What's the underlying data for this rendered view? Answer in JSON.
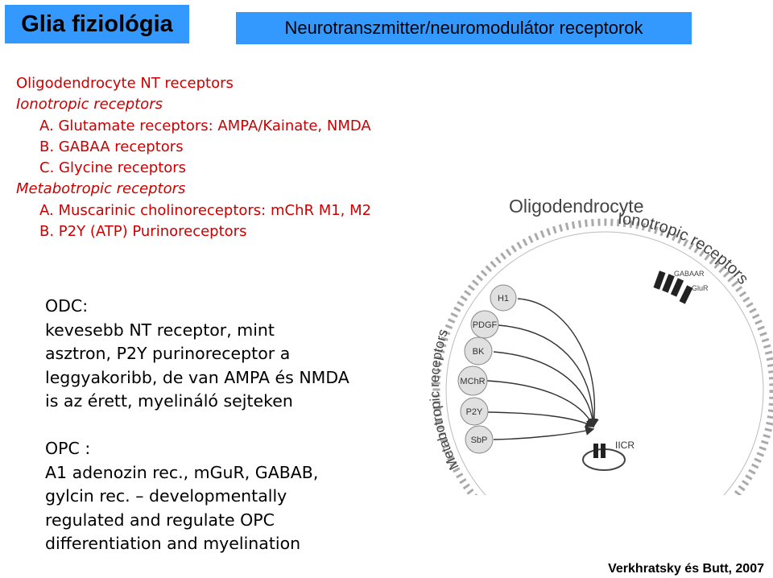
{
  "header": {
    "title": "Glia fiziológia",
    "subtitle": "Neurotranszmitter/neuromodulátor receptorok"
  },
  "receptor_list": {
    "heading": "Oligodendrocyte NT receptors",
    "ionotropic_heading": "Ionotropic receptors",
    "ionotropic_items": [
      "A. Glutamate receptors: AMPA/Kainate, NMDA",
      "B. GABAA receptors",
      "C. Glycine receptors"
    ],
    "metabotropic_heading": "Metabotropic receptors",
    "metabotropic_items": [
      "A. Muscarinic cholinoreceptors: mChR M1, M2",
      "B. P2Y (ATP) Purinoreceptors"
    ]
  },
  "notes": {
    "odc_lines": [
      "ODC:",
      "kevesebb NT receptor, mint",
      "asztron,  P2Y purinoreceptor a",
      "leggyakoribb, de van AMPA és NMDA",
      "is az érett, myelináló sejteken"
    ],
    "opc_lines": [
      "OPC :",
      "A1 adenozin rec., mGuR, GABAB,",
      "gylcin rec. – developmentally",
      "regulated and regulate OPC",
      "differentiation and myelination"
    ]
  },
  "figure": {
    "cell_label": "Oligodendrocyte",
    "ionotropic_label": "Ionotropic receptors",
    "metabotropic_label": "Metabotropic receptors",
    "ionotropic_receptors": [
      "GABAAR",
      "GluR"
    ],
    "metabotropic_receptors": [
      "H1",
      "PDGF",
      "BK",
      "MChR",
      "P2Y",
      "SbP"
    ],
    "target_label": "IICR"
  },
  "citation": "Verkhratsky és Butt, 2007",
  "colors": {
    "header_bg": "#3399ff",
    "list_text": "#cc0000",
    "body_text": "#000000",
    "figure_gray": "#555555"
  }
}
